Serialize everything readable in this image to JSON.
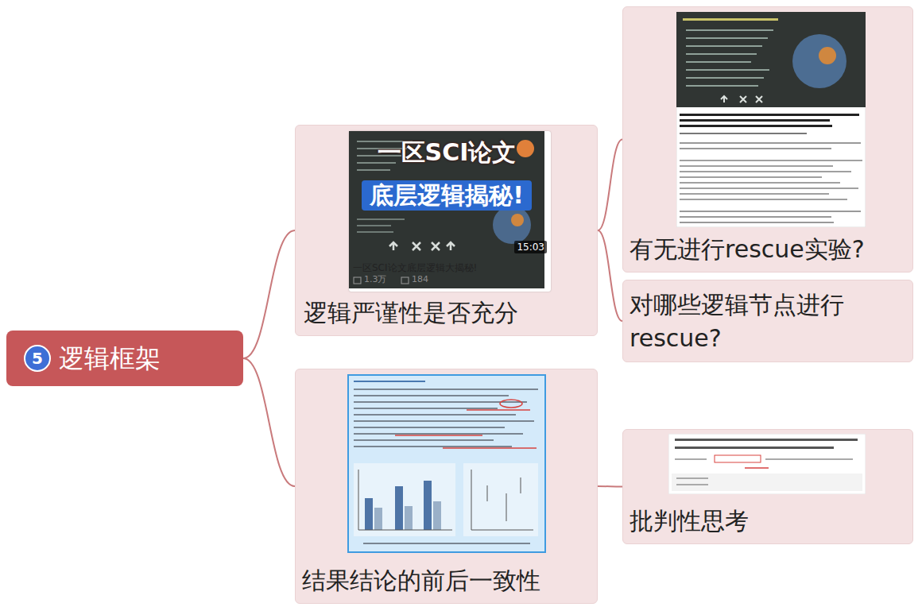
{
  "diagram": {
    "nodes": [
      {
        "text": [
          "5",
          "逻辑框架"
        ]
      },
      {
        "text": [
          "逻辑严谨性是否充分"
        ]
      },
      {
        "text": [
          "一区SCI论文",
          "底层逻辑揭秘!",
          "15:03",
          "一区SCI论文底层逻辑大揭秘!",
          "1.3万",
          "184"
        ],
        "in": 1
      },
      {
        "text": [
          "有无进行rescue实验?"
        ]
      },
      {
        "text": [
          "对哪些逻辑节点进行rescue?"
        ]
      },
      {
        "text": [
          "结果结论的前后一致性"
        ]
      },
      {
        "text": [
          "批判性思考"
        ]
      }
    ],
    "edges": [
      {
        "from": 0,
        "to": 1,
        "arrow": "none"
      },
      {
        "from": 0,
        "to": 5,
        "arrow": "none"
      },
      {
        "from": 1,
        "to": 3,
        "arrow": "none"
      },
      {
        "from": 1,
        "to": 4,
        "arrow": "none"
      },
      {
        "from": 5,
        "to": 6,
        "arrow": "none"
      }
    ]
  }
}
